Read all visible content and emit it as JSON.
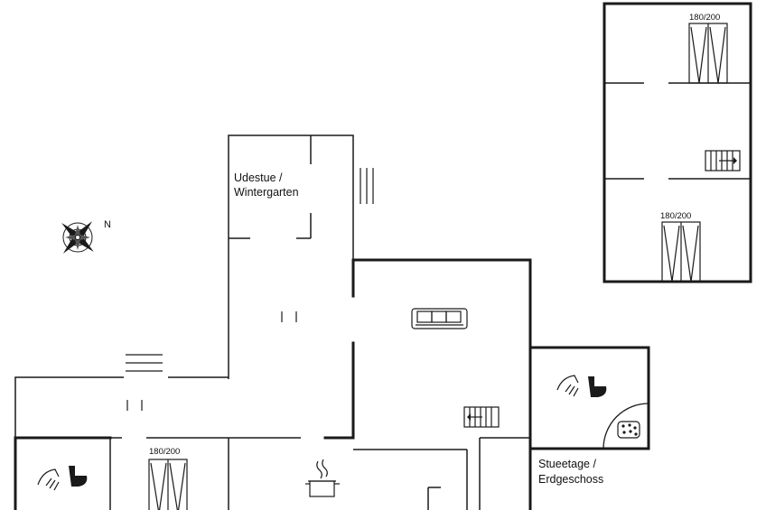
{
  "rooms": {
    "sunroom": {
      "line1": "Udestue /",
      "line2": "Wintergarten"
    },
    "ground_floor": {
      "line1": "Stueetage /",
      "line2": "Erdgeschoss"
    }
  },
  "compass": {
    "north_label": "N"
  },
  "beds": {
    "upper_top": "180/200",
    "upper_bottom": "180/200",
    "ground": "180/200"
  },
  "icons": [
    "compass-icon",
    "shower-icon",
    "toilet-icon",
    "sofa-icon",
    "stairs-icon",
    "cooking-pot-icon",
    "whirlpool-icon",
    "double-bed-icon"
  ]
}
